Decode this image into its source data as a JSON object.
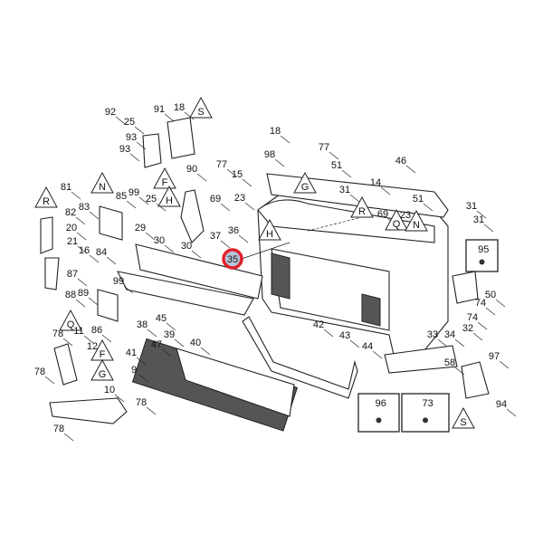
{
  "diagram": {
    "title": "Front grille and bumper fascia parts diagram",
    "highlighted_callout": "35",
    "highlight_color": "#e0202a",
    "highlight_fill": "#b8c4d8",
    "callouts": [
      "92",
      "25",
      "93",
      "93",
      "91",
      "18",
      "18",
      "98",
      "77",
      "15",
      "90",
      "81",
      "83",
      "82",
      "85",
      "99",
      "25",
      "69",
      "23",
      "36",
      "37",
      "29",
      "30",
      "30",
      "20",
      "21",
      "16",
      "84",
      "87",
      "89",
      "88",
      "99",
      "86",
      "11",
      "12",
      "78",
      "78",
      "9",
      "10",
      "78",
      "78",
      "45",
      "38",
      "39",
      "41",
      "47",
      "40",
      "42",
      "43",
      "44",
      "46",
      "77",
      "51",
      "31",
      "14",
      "69",
      "23",
      "51",
      "31",
      "31",
      "50",
      "74",
      "74",
      "32",
      "33",
      "34",
      "97",
      "58",
      "94"
    ],
    "reference_triangles": [
      "S",
      "N",
      "F",
      "H",
      "R",
      "Q",
      "F",
      "G",
      "G",
      "R",
      "Q",
      "N",
      "H",
      "S"
    ],
    "inset_boxes": [
      "95",
      "96",
      "73"
    ]
  }
}
